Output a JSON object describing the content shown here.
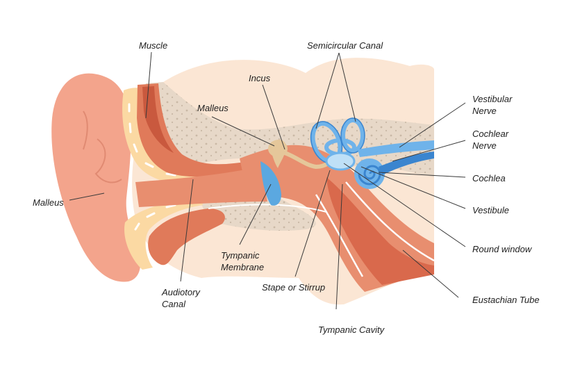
{
  "labels": {
    "muscle": "Muscle",
    "semicircular_canal": "Semicircular Canal",
    "incus": "Incus",
    "malleus_upper": "Malleus",
    "vestibular_nerve": [
      "Vestibular",
      "Nerve"
    ],
    "cochlear_nerve": [
      "Cochlear",
      "Nerve"
    ],
    "cochlea": "Cochlea",
    "malleus_left": "Malleus",
    "vestibule": "Vestibule",
    "round_window": "Round window",
    "tympanic_membrane": [
      "Tympanic",
      "Membrane"
    ],
    "audiotory_canal": [
      "Audiotory",
      "Canal"
    ],
    "stape_or_stirrup": "Stape or Stirrup",
    "eustachian_tube": "Eustachian Tube",
    "tympanic_cavity": "Tympanic Cavity"
  },
  "colors": {
    "background": "#ffffff",
    "outer_skin": "#f3a48c",
    "tissue_light": "#fbe6d4",
    "bone": "#e7d8c8",
    "bone_dots": "#c9b8a5",
    "cartilage": "#fbd9a3",
    "muscle": "#e07a5a",
    "muscle_dark": "#c9593e",
    "ossicle": "#e5c79a",
    "membrane": "#5ba8e0",
    "inner_ear": "#6fb3ea",
    "inner_ear_dark": "#3a85cf"
  }
}
